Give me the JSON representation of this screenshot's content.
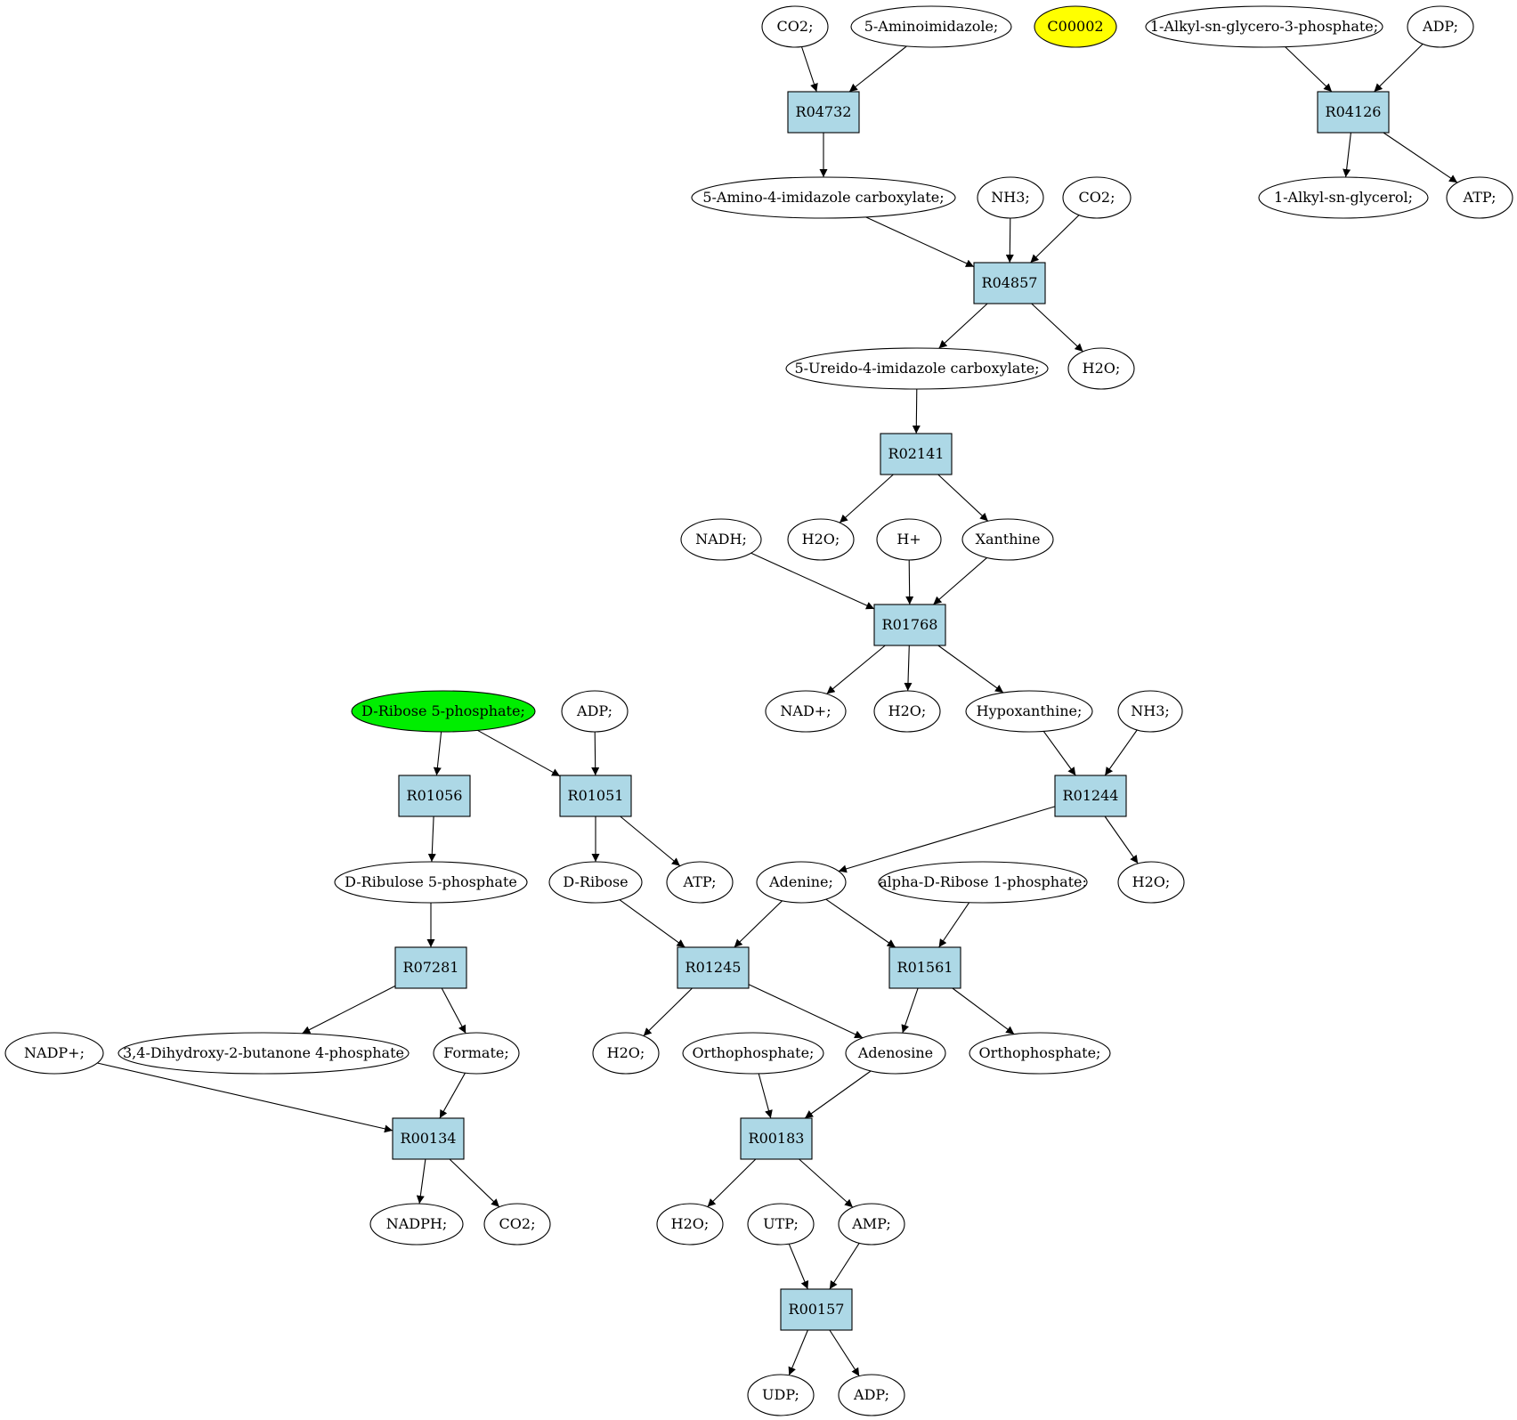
{
  "colors": {
    "background": "#ffffff",
    "reaction_fill": "#add8e6",
    "compound_fill": "#ffffff",
    "highlight_green": "#00ee00",
    "highlight_yellow": "#ffff00",
    "stroke": "#000000"
  },
  "nodes": [
    {
      "id": "co2_a",
      "label": "CO2;",
      "kind": "compound"
    },
    {
      "id": "aminoimidazole",
      "label": "5-Aminoimidazole;",
      "kind": "compound"
    },
    {
      "id": "c00002",
      "label": "C00002",
      "kind": "compound",
      "highlight": "yellow"
    },
    {
      "id": "alkyl_g3p",
      "label": "1-Alkyl-sn-glycero-3-phosphate;",
      "kind": "compound"
    },
    {
      "id": "adp_a",
      "label": "ADP;",
      "kind": "compound"
    },
    {
      "id": "R04732",
      "label": "R04732",
      "kind": "reaction"
    },
    {
      "id": "R04126",
      "label": "R04126",
      "kind": "reaction"
    },
    {
      "id": "aica",
      "label": "5-Amino-4-imidazole carboxylate;",
      "kind": "compound"
    },
    {
      "id": "nh3_a",
      "label": "NH3;",
      "kind": "compound"
    },
    {
      "id": "co2_b",
      "label": "CO2;",
      "kind": "compound"
    },
    {
      "id": "alkyl_glycerol",
      "label": "1-Alkyl-sn-glycerol;",
      "kind": "compound"
    },
    {
      "id": "atp_a",
      "label": "ATP;",
      "kind": "compound"
    },
    {
      "id": "R04857",
      "label": "R04857",
      "kind": "reaction"
    },
    {
      "id": "uica",
      "label": "5-Ureido-4-imidazole carboxylate;",
      "kind": "compound"
    },
    {
      "id": "h2o_a",
      "label": "H2O;",
      "kind": "compound"
    },
    {
      "id": "R02141",
      "label": "R02141",
      "kind": "reaction"
    },
    {
      "id": "nadh",
      "label": "NADH;",
      "kind": "compound"
    },
    {
      "id": "h2o_b",
      "label": "H2O;",
      "kind": "compound"
    },
    {
      "id": "hplus",
      "label": "H+",
      "kind": "compound"
    },
    {
      "id": "xanthine",
      "label": "Xanthine",
      "kind": "compound"
    },
    {
      "id": "R01768",
      "label": "R01768",
      "kind": "reaction"
    },
    {
      "id": "ribose5p",
      "label": "D-Ribose 5-phosphate;",
      "kind": "compound",
      "highlight": "green"
    },
    {
      "id": "adp_b",
      "label": "ADP;",
      "kind": "compound"
    },
    {
      "id": "nadplus",
      "label": "NAD+;",
      "kind": "compound"
    },
    {
      "id": "h2o_c",
      "label": "H2O;",
      "kind": "compound"
    },
    {
      "id": "hypoxanthine",
      "label": "Hypoxanthine;",
      "kind": "compound"
    },
    {
      "id": "nh3_b",
      "label": "NH3;",
      "kind": "compound"
    },
    {
      "id": "R01056",
      "label": "R01056",
      "kind": "reaction"
    },
    {
      "id": "R01051",
      "label": "R01051",
      "kind": "reaction"
    },
    {
      "id": "R01244",
      "label": "R01244",
      "kind": "reaction"
    },
    {
      "id": "ribulose5p",
      "label": "D-Ribulose 5-phosphate",
      "kind": "compound"
    },
    {
      "id": "dribose",
      "label": "D-Ribose",
      "kind": "compound"
    },
    {
      "id": "atp_b",
      "label": "ATP;",
      "kind": "compound"
    },
    {
      "id": "adenine",
      "label": "Adenine;",
      "kind": "compound"
    },
    {
      "id": "ar1p",
      "label": "alpha-D-Ribose 1-phosphate;",
      "kind": "compound"
    },
    {
      "id": "h2o_d",
      "label": "H2O;",
      "kind": "compound"
    },
    {
      "id": "R07281",
      "label": "R07281",
      "kind": "reaction"
    },
    {
      "id": "R01245",
      "label": "R01245",
      "kind": "reaction"
    },
    {
      "id": "R01561",
      "label": "R01561",
      "kind": "reaction"
    },
    {
      "id": "nadpplus",
      "label": "NADP+;",
      "kind": "compound"
    },
    {
      "id": "dhbp",
      "label": "3,4-Dihydroxy-2-butanone 4-phosphate",
      "kind": "compound"
    },
    {
      "id": "formate",
      "label": "Formate;",
      "kind": "compound"
    },
    {
      "id": "h2o_e",
      "label": "H2O;",
      "kind": "compound"
    },
    {
      "id": "orthophosphate_a",
      "label": "Orthophosphate;",
      "kind": "compound"
    },
    {
      "id": "adenosine",
      "label": "Adenosine",
      "kind": "compound"
    },
    {
      "id": "orthophosphate_b",
      "label": "Orthophosphate;",
      "kind": "compound"
    },
    {
      "id": "R00134",
      "label": "R00134",
      "kind": "reaction"
    },
    {
      "id": "R00183",
      "label": "R00183",
      "kind": "reaction"
    },
    {
      "id": "nadph",
      "label": "NADPH;",
      "kind": "compound"
    },
    {
      "id": "co2_c",
      "label": "CO2;",
      "kind": "compound"
    },
    {
      "id": "h2o_f",
      "label": "H2O;",
      "kind": "compound"
    },
    {
      "id": "utp",
      "label": "UTP;",
      "kind": "compound"
    },
    {
      "id": "amp",
      "label": "AMP;",
      "kind": "compound"
    },
    {
      "id": "R00157",
      "label": "R00157",
      "kind": "reaction"
    },
    {
      "id": "udp",
      "label": "UDP;",
      "kind": "compound"
    },
    {
      "id": "adp_c",
      "label": "ADP;",
      "kind": "compound"
    }
  ],
  "edges": [
    {
      "from": "co2_a",
      "to": "R04732"
    },
    {
      "from": "aminoimidazole",
      "to": "R04732"
    },
    {
      "from": "R04732",
      "to": "aica"
    },
    {
      "from": "alkyl_g3p",
      "to": "R04126"
    },
    {
      "from": "adp_a",
      "to": "R04126"
    },
    {
      "from": "R04126",
      "to": "alkyl_glycerol"
    },
    {
      "from": "R04126",
      "to": "atp_a"
    },
    {
      "from": "aica",
      "to": "R04857"
    },
    {
      "from": "nh3_a",
      "to": "R04857"
    },
    {
      "from": "co2_b",
      "to": "R04857"
    },
    {
      "from": "R04857",
      "to": "uica"
    },
    {
      "from": "R04857",
      "to": "h2o_a"
    },
    {
      "from": "uica",
      "to": "R02141"
    },
    {
      "from": "R02141",
      "to": "h2o_b"
    },
    {
      "from": "R02141",
      "to": "xanthine"
    },
    {
      "from": "nadh",
      "to": "R01768"
    },
    {
      "from": "hplus",
      "to": "R01768"
    },
    {
      "from": "xanthine",
      "to": "R01768"
    },
    {
      "from": "R01768",
      "to": "nadplus"
    },
    {
      "from": "R01768",
      "to": "h2o_c"
    },
    {
      "from": "R01768",
      "to": "hypoxanthine"
    },
    {
      "from": "hypoxanthine",
      "to": "R01244"
    },
    {
      "from": "nh3_b",
      "to": "R01244"
    },
    {
      "from": "R01244",
      "to": "adenine"
    },
    {
      "from": "R01244",
      "to": "h2o_d"
    },
    {
      "from": "ribose5p",
      "to": "R01056"
    },
    {
      "from": "ribose5p",
      "to": "R01051"
    },
    {
      "from": "adp_b",
      "to": "R01051"
    },
    {
      "from": "R01056",
      "to": "ribulose5p"
    },
    {
      "from": "R01051",
      "to": "dribose"
    },
    {
      "from": "R01051",
      "to": "atp_b"
    },
    {
      "from": "ribulose5p",
      "to": "R07281"
    },
    {
      "from": "R07281",
      "to": "dhbp"
    },
    {
      "from": "R07281",
      "to": "formate"
    },
    {
      "from": "dribose",
      "to": "R01245"
    },
    {
      "from": "adenine",
      "to": "R01245"
    },
    {
      "from": "adenine",
      "to": "R01561"
    },
    {
      "from": "ar1p",
      "to": "R01561"
    },
    {
      "from": "R01245",
      "to": "h2o_e"
    },
    {
      "from": "R01245",
      "to": "adenosine"
    },
    {
      "from": "R01561",
      "to": "adenosine"
    },
    {
      "from": "R01561",
      "to": "orthophosphate_b"
    },
    {
      "from": "nadpplus",
      "to": "R00134"
    },
    {
      "from": "formate",
      "to": "R00134"
    },
    {
      "from": "R00134",
      "to": "nadph"
    },
    {
      "from": "R00134",
      "to": "co2_c"
    },
    {
      "from": "orthophosphate_a",
      "to": "R00183"
    },
    {
      "from": "adenosine",
      "to": "R00183"
    },
    {
      "from": "R00183",
      "to": "h2o_f"
    },
    {
      "from": "R00183",
      "to": "amp"
    },
    {
      "from": "utp",
      "to": "R00157"
    },
    {
      "from": "amp",
      "to": "R00157"
    },
    {
      "from": "R00157",
      "to": "udp"
    },
    {
      "from": "R00157",
      "to": "adp_c"
    }
  ]
}
